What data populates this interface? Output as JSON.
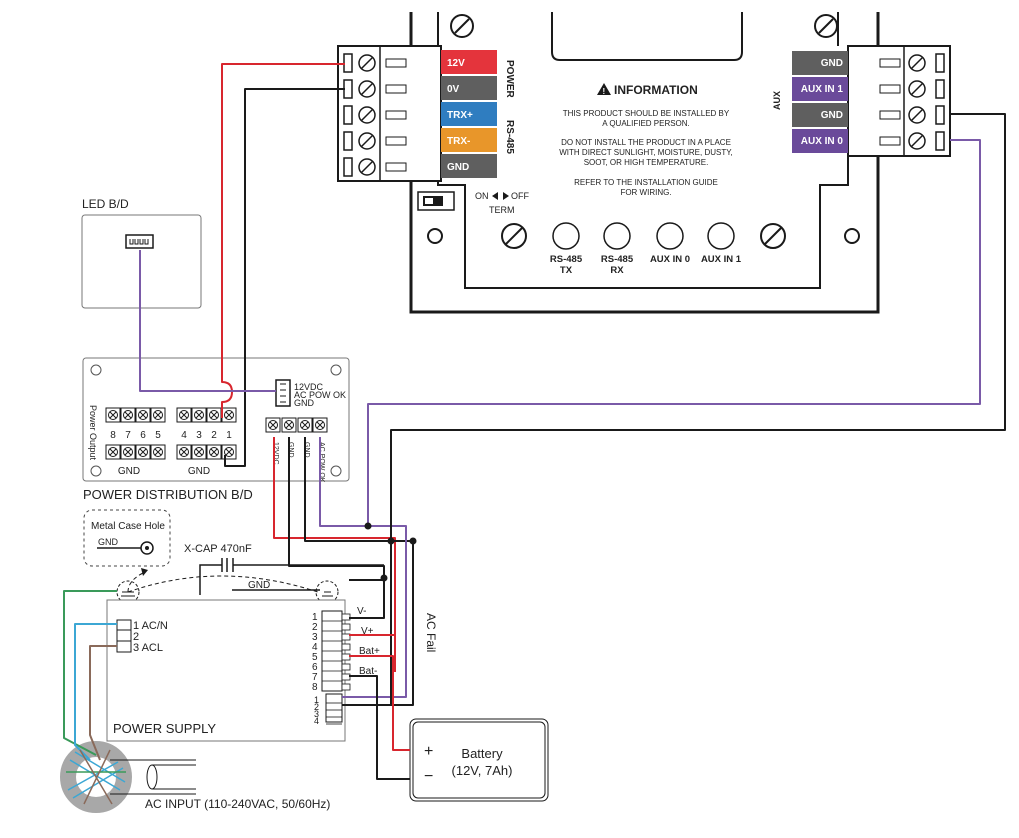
{
  "panel": {
    "power_header": "POWER",
    "rs485_header": "RS-485",
    "aux_header": "AUX",
    "left_terminals": [
      {
        "label": "12V",
        "color": "#e4343c"
      },
      {
        "label": "0V",
        "color": "#5f5f5f"
      },
      {
        "label": "TRX+",
        "color": "#2f7dc0"
      },
      {
        "label": "TRX-",
        "color": "#e8962a"
      },
      {
        "label": "GND",
        "color": "#5f5f5f"
      }
    ],
    "right_terminals": [
      {
        "label": "GND",
        "color": "#5f5f5f"
      },
      {
        "label": "AUX IN 1",
        "color": "#6a4a9a"
      },
      {
        "label": "GND",
        "color": "#5f5f5f"
      },
      {
        "label": "AUX IN 0",
        "color": "#6a4a9a"
      }
    ],
    "info_title": "INFORMATION",
    "info_lines": [
      "THIS PRODUCT SHOULD BE INSTALLED BY",
      "A QUALIFIED PERSON.",
      "DO NOT INSTALL THE PRODUCT IN A PLACE",
      "WITH DIRECT SUNLIGHT, MOISTURE, DUSTY,",
      "SOOT, OR HIGH TEMPERATURE.",
      "REFER TO THE INSTALLATION GUIDE",
      "FOR WIRING."
    ],
    "term_switch": {
      "on": "ON",
      "off": "OFF",
      "label": "TERM"
    },
    "leds": [
      {
        "line1": "RS-485",
        "line2": "TX"
      },
      {
        "line1": "RS-485",
        "line2": "RX"
      },
      {
        "line1": "AUX IN 0",
        "line2": ""
      },
      {
        "line1": "AUX IN 1",
        "line2": ""
      }
    ]
  },
  "led_board": {
    "title": "LED B/D"
  },
  "power_distribution": {
    "title": "POWER DISTRIBUTION B/D",
    "side_label": "Power Output",
    "numbers_left": [
      "8",
      "7",
      "6",
      "5"
    ],
    "numbers_right": [
      "4",
      "3",
      "2",
      "1"
    ],
    "gnd_left": "GND",
    "gnd_right": "GND",
    "connector_labels": [
      "12VDC",
      "AC POW OK",
      "GND"
    ],
    "output_labels": [
      "12VDC",
      "GND",
      "GND",
      "AC POW OK"
    ]
  },
  "metal_case": {
    "title": "Metal Case Hole",
    "gnd": "GND"
  },
  "xcap": {
    "label": "X-CAP 470nF",
    "gnd": "GND"
  },
  "power_supply": {
    "title": "POWER SUPPLY",
    "ac_terminals": [
      "1 AC/N",
      "2",
      "3 ACL"
    ],
    "dc_numbers": [
      "1",
      "2",
      "3",
      "4",
      "5",
      "6",
      "7",
      "8"
    ],
    "dc_labels": [
      "V-",
      "V+",
      "Bat+",
      "Bat-"
    ],
    "relay_numbers": [
      "1",
      "2",
      "3",
      "4"
    ]
  },
  "ac_fail_label": "AC Fail",
  "battery": {
    "plus": "+",
    "minus": "−",
    "name": "Battery",
    "spec": "(12V, 7Ah)"
  },
  "ac_input": {
    "label": "AC INPUT (110-240VAC, 50/60Hz)"
  },
  "wire_colors": {
    "red": "#d8262e",
    "black": "#1a1a1a",
    "purple": "#7a5aa8",
    "blue": "#3ca7d4",
    "green": "#3a9a5a",
    "brown": "#8a6a5a"
  }
}
